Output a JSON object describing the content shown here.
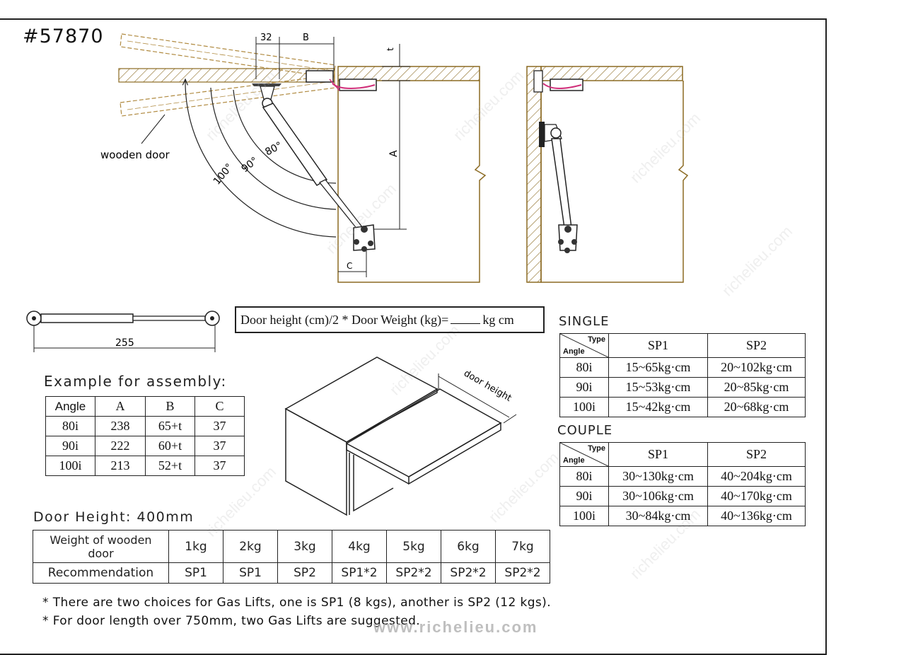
{
  "part_number": "#57870",
  "drawing": {
    "label_wooden_door": "wooden door",
    "dim_32": "32",
    "dim_b": "B",
    "dim_t": "t",
    "dim_a": "A",
    "dim_c": "C",
    "angle_80": "80°",
    "angle_90": "90°",
    "angle_100": "100°",
    "strut_length": "255",
    "door_height_label": "door height"
  },
  "formula": {
    "prefix": "Door height (cm)/2 * Door Weight (kg)=",
    "suffix": "kg",
    "unit": "cm"
  },
  "assembly": {
    "heading": "Example for assembly:",
    "columns": [
      "Angle",
      "A",
      "B",
      "C"
    ],
    "rows": [
      [
        "80i",
        "238",
        "65+t",
        "37"
      ],
      [
        "90i",
        "222",
        "60+t",
        "37"
      ],
      [
        "100i",
        "213",
        "52+t",
        "37"
      ]
    ]
  },
  "door_height": {
    "heading": "Door Height: 400mm",
    "weight_label": "Weight of wooden door",
    "weights": [
      "1kg",
      "2kg",
      "3kg",
      "4kg",
      "5kg",
      "6kg",
      "7kg"
    ],
    "recommendation_label": "Recommendation",
    "recommendations": [
      "SP1",
      "SP1",
      "SP2",
      "SP1*2",
      "SP2*2",
      "SP2*2",
      "SP2*2"
    ]
  },
  "single": {
    "heading": "SINGLE",
    "type_label": "Type",
    "angle_label": "Angle",
    "columns": [
      "SP1",
      "SP2"
    ],
    "rows": [
      [
        "80i",
        "15~65kg·cm",
        "20~102kg·cm"
      ],
      [
        "90i",
        "15~53kg·cm",
        "20~85kg·cm"
      ],
      [
        "100i",
        "15~42kg·cm",
        "20~68kg·cm"
      ]
    ]
  },
  "couple": {
    "heading": "COUPLE",
    "type_label": "Type",
    "angle_label": "Angle",
    "columns": [
      "SP1",
      "SP2"
    ],
    "rows": [
      [
        "80i",
        "30~130kg·cm",
        "40~204kg·cm"
      ],
      [
        "90i",
        "30~106kg·cm",
        "40~170kg·cm"
      ],
      [
        "100i",
        "30~84kg·cm",
        "40~136kg·cm"
      ]
    ]
  },
  "notes": [
    "* There are two choices for Gas Lifts, one is SP1 (8 kgs), another is SP2 (12 kgs).",
    "* For door length over 750mm, two Gas Lifts are suggested."
  ],
  "watermark": "www.richelieu.com",
  "colors": {
    "cabinet": "#8b6a22",
    "hinge_pink": "#d0307a",
    "line": "#222222"
  }
}
